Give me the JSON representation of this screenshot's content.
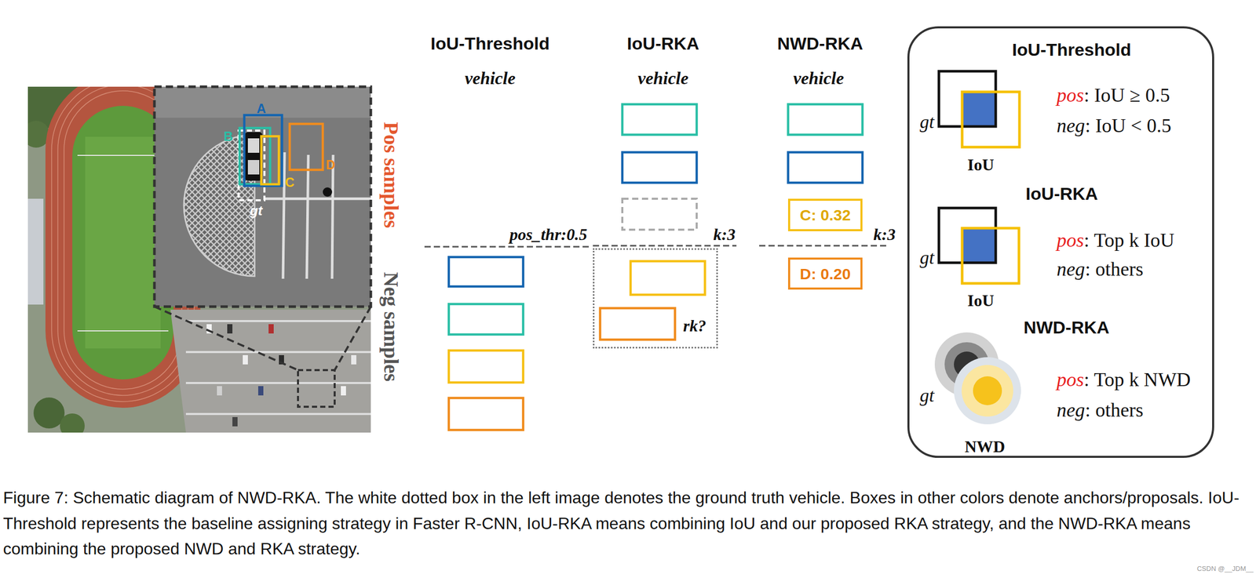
{
  "diagram": {
    "caption": "Figure 7: Schematic diagram of NWD-RKA. The white dotted box in the left image denotes the ground truth vehicle. Boxes in other colors denote anchors/proposals. IoU-Threshold represents the baseline assigning strategy in Faster R-CNN, IoU-RKA means combining IoU and our proposed RKA strategy, and the NWD-RKA means combining the proposed NWD and RKA strategy.",
    "nodes": [
      {
        "text": [
          "rk?"
        ]
      },
      {
        "text": [
          "C: 0.32"
        ]
      },
      {
        "text": [
          "D: 0.20"
        ]
      },
      {
        "text": [
          "IoU-Threshold",
          "gt",
          "IoU",
          "pos",
          ": IoU ≥ 0.5",
          "neg",
          ": IoU < 0.5",
          "IoU-RKA",
          "gt",
          "IoU",
          "pos",
          ": Top k IoU",
          "neg",
          ": others",
          "NWD-RKA",
          "gt",
          "NWD",
          "pos",
          ": Top k NWD",
          "neg",
          ": others"
        ]
      }
    ],
    "labels": [
      "A",
      "B",
      "gt",
      "C",
      "D",
      "Pos samples",
      "Neg samples",
      "IoU-Threshold",
      "vehicle",
      "pos_thr:0.5",
      "IoU-RKA",
      "vehicle",
      "k:3",
      "NWD-RKA",
      "vehicle",
      "k:3",
      "CSDN @__JDM__"
    ]
  }
}
